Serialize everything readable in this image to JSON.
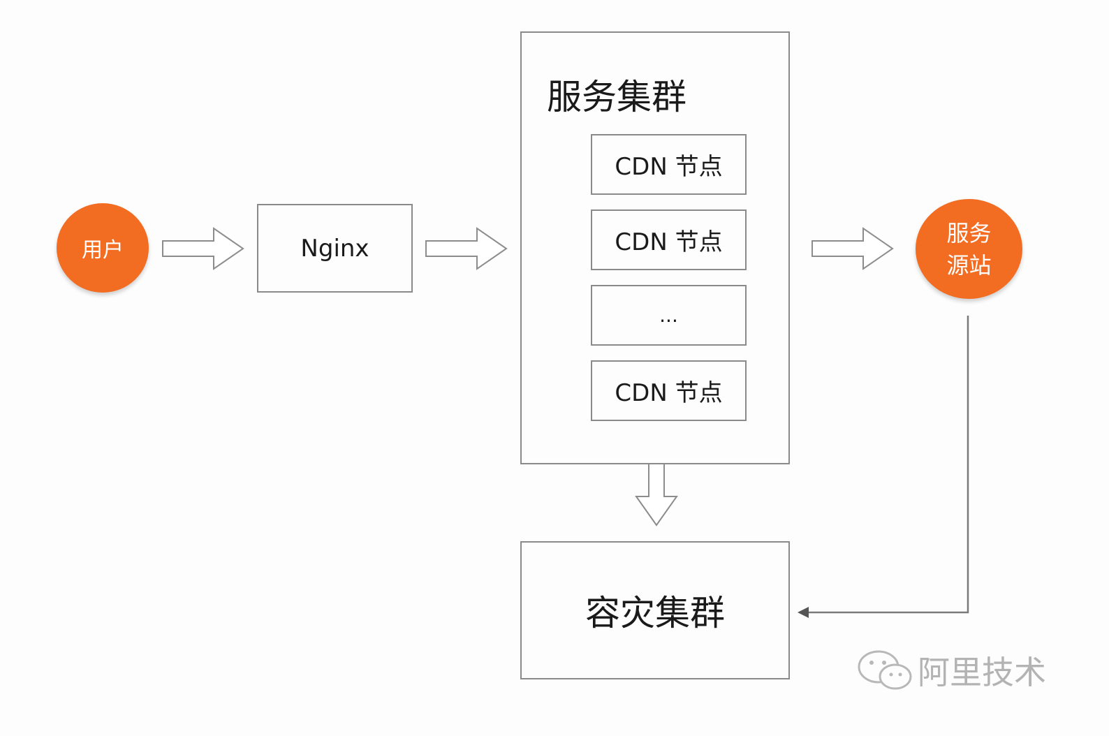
{
  "user": {
    "label": "用户"
  },
  "nginx": {
    "label": "Nginx"
  },
  "service_cluster": {
    "title": "服务集群",
    "nodes": [
      {
        "label": "CDN 节点"
      },
      {
        "label": "CDN 节点"
      },
      {
        "label": "..."
      },
      {
        "label": "CDN 节点"
      }
    ]
  },
  "origin": {
    "line1": "服务",
    "line2": "源站"
  },
  "dr_cluster": {
    "label": "容灾集群"
  },
  "watermark": {
    "text": "阿里技术"
  },
  "colors": {
    "node_fill": "#f26c22",
    "border": "#8a8a8a",
    "arrow": "#8c8c8c"
  }
}
